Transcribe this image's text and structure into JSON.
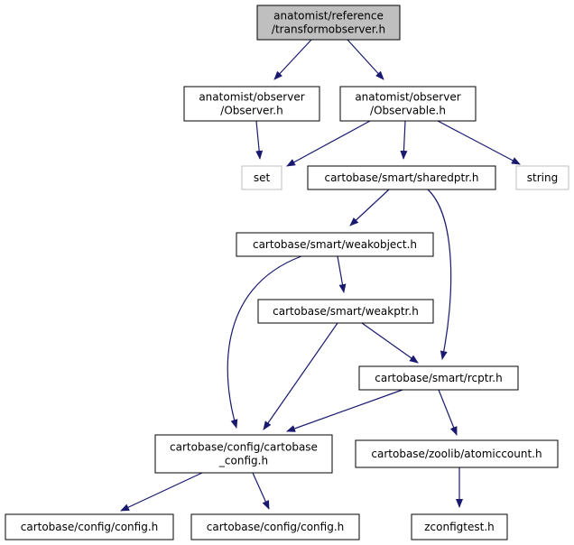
{
  "graph": {
    "nodes": [
      {
        "id": "n_transform",
        "lines": [
          "anatomist/reference",
          "/transformobserver.h"
        ],
        "style": "root"
      },
      {
        "id": "n_observer",
        "lines": [
          "anatomist/observer",
          "/Observer.h"
        ],
        "style": "normal"
      },
      {
        "id": "n_observable",
        "lines": [
          "anatomist/observer",
          "/Observable.h"
        ],
        "style": "normal"
      },
      {
        "id": "n_set",
        "lines": [
          "set"
        ],
        "style": "external"
      },
      {
        "id": "n_sharedptr",
        "lines": [
          "cartobase/smart/sharedptr.h"
        ],
        "style": "normal"
      },
      {
        "id": "n_string",
        "lines": [
          "string"
        ],
        "style": "external"
      },
      {
        "id": "n_weakobject",
        "lines": [
          "cartobase/smart/weakobject.h"
        ],
        "style": "normal"
      },
      {
        "id": "n_weakptr",
        "lines": [
          "cartobase/smart/weakptr.h"
        ],
        "style": "normal"
      },
      {
        "id": "n_rcptr",
        "lines": [
          "cartobase/smart/rcptr.h"
        ],
        "style": "normal"
      },
      {
        "id": "n_cartoconfig",
        "lines": [
          "cartobase/config/cartobase",
          "_config.h"
        ],
        "style": "normal"
      },
      {
        "id": "n_atomiccount",
        "lines": [
          "cartobase/zoolib/atomiccount.h"
        ],
        "style": "normal"
      },
      {
        "id": "n_config1",
        "lines": [
          "cartobase/config/config.h"
        ],
        "style": "normal"
      },
      {
        "id": "n_config2",
        "lines": [
          "cartobase/config/config.h"
        ],
        "style": "normal"
      },
      {
        "id": "n_zconfigtest",
        "lines": [
          "zconfigtest.h"
        ],
        "style": "normal"
      }
    ],
    "edges": [
      {
        "from": "n_transform",
        "to": "n_observer"
      },
      {
        "from": "n_transform",
        "to": "n_observable"
      },
      {
        "from": "n_observer",
        "to": "n_set"
      },
      {
        "from": "n_observable",
        "to": "n_set"
      },
      {
        "from": "n_observable",
        "to": "n_sharedptr"
      },
      {
        "from": "n_observable",
        "to": "n_string"
      },
      {
        "from": "n_sharedptr",
        "to": "n_weakobject"
      },
      {
        "from": "n_sharedptr",
        "to": "n_rcptr"
      },
      {
        "from": "n_weakobject",
        "to": "n_weakptr"
      },
      {
        "from": "n_weakobject",
        "to": "n_cartoconfig"
      },
      {
        "from": "n_weakptr",
        "to": "n_rcptr"
      },
      {
        "from": "n_weakptr",
        "to": "n_cartoconfig"
      },
      {
        "from": "n_rcptr",
        "to": "n_cartoconfig"
      },
      {
        "from": "n_rcptr",
        "to": "n_atomiccount"
      },
      {
        "from": "n_cartoconfig",
        "to": "n_config1"
      },
      {
        "from": "n_cartoconfig",
        "to": "n_config2"
      },
      {
        "from": "n_atomiccount",
        "to": "n_zconfigtest"
      }
    ],
    "colors": {
      "root_fill": "#bfbfbf",
      "node_border": "#000000",
      "external_border": "#bfbfbf",
      "edge": "#191970",
      "text": "#000000"
    }
  }
}
